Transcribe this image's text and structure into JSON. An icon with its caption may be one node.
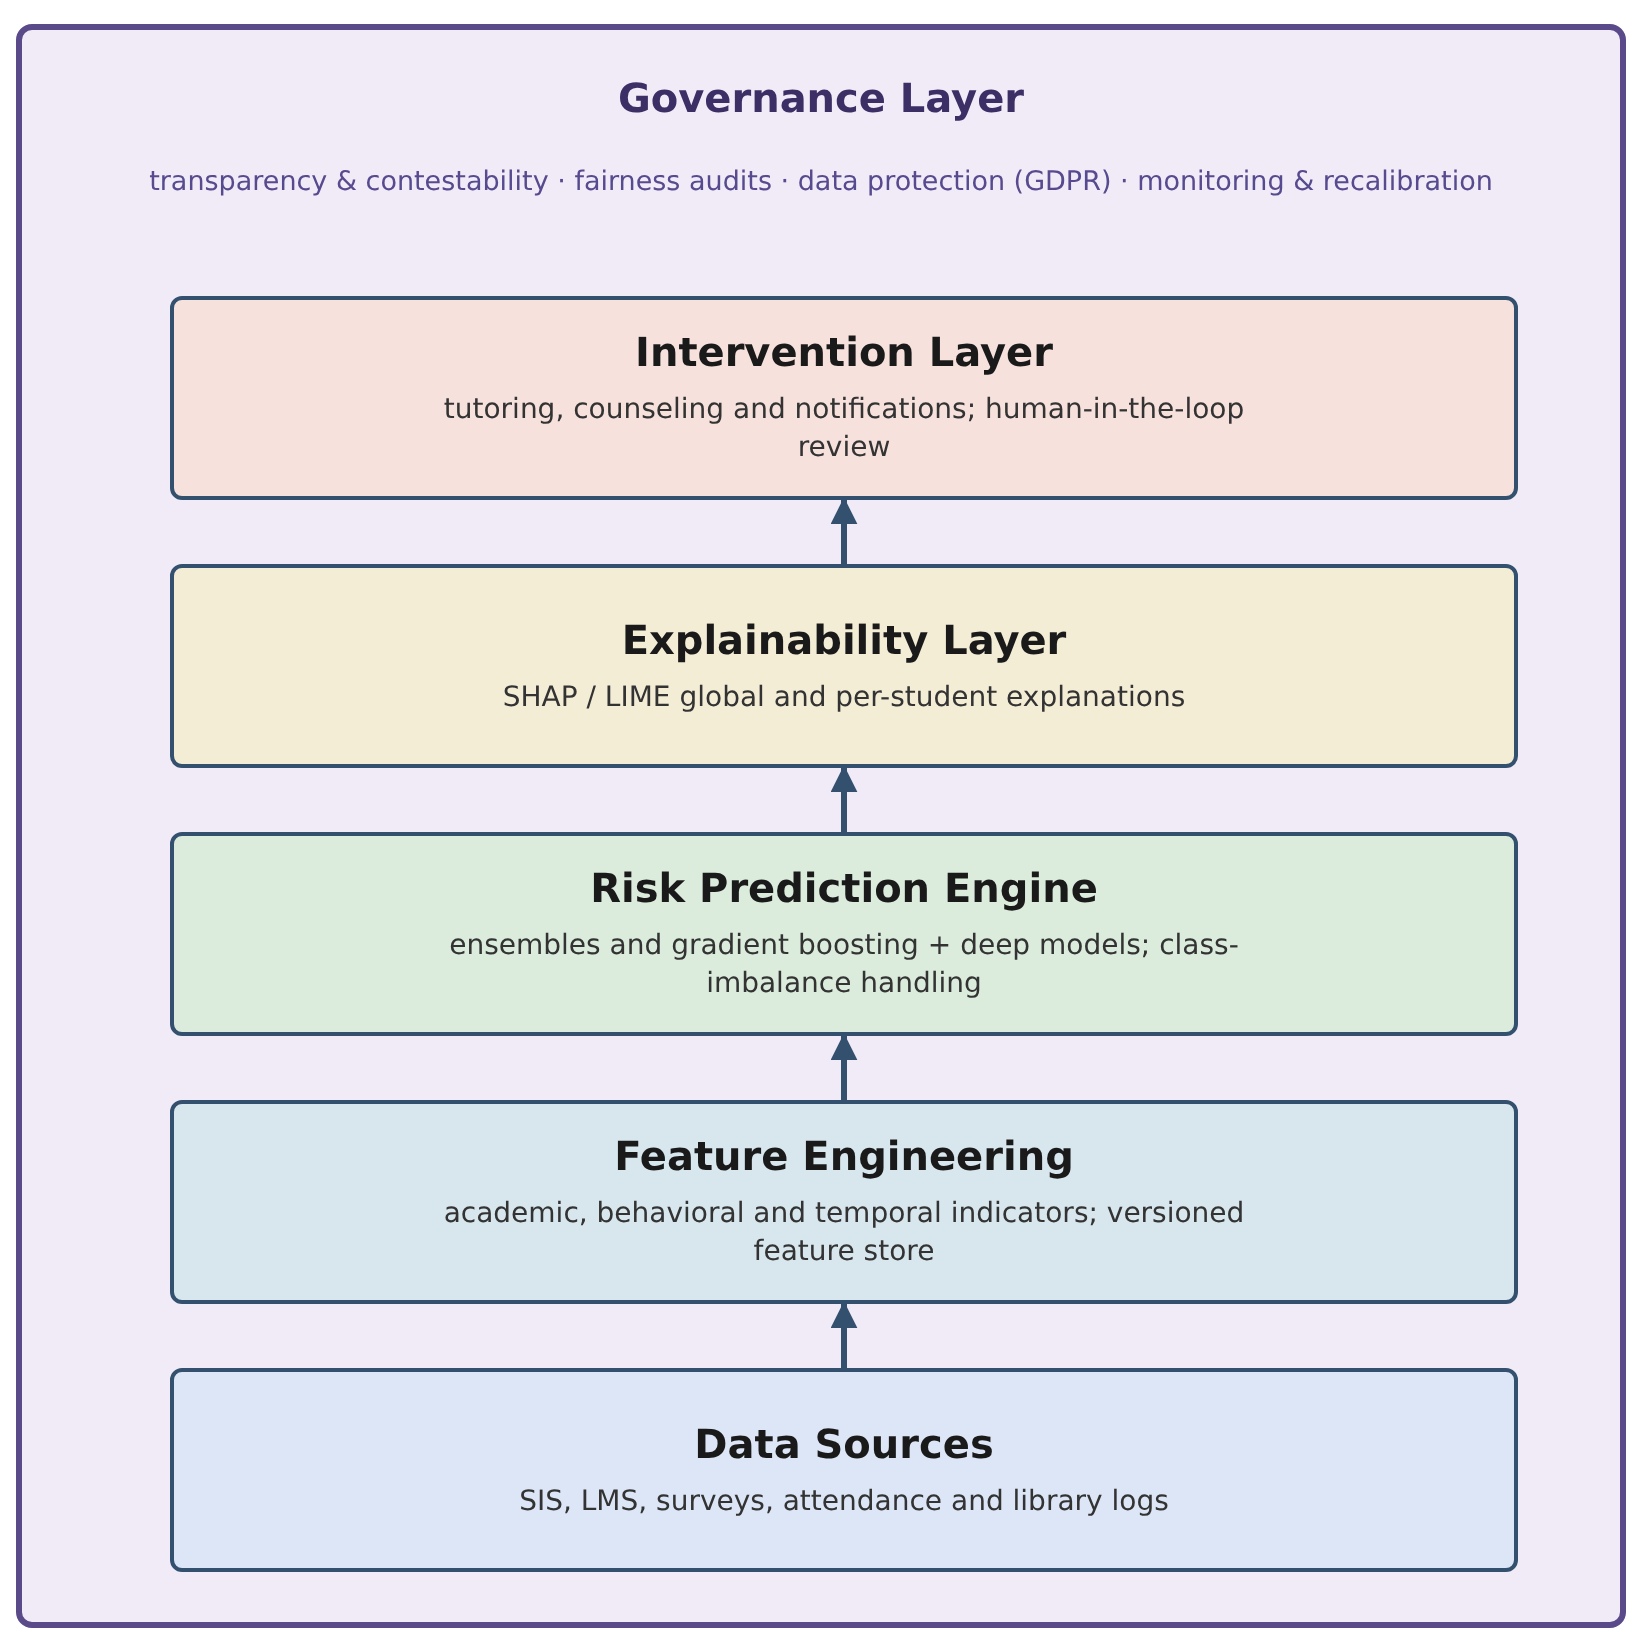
{
  "diagram": {
    "nodes": [
      {
        "text": [
          "Governance Layer",
          "transparency & contestability · fairness audits · data protection (GDPR) · monitoring & recalibration"
        ]
      },
      {
        "text": [
          "Intervention Layer",
          "tutoring, counseling and notifications; human-in-the-loop review"
        ],
        "in": 0
      },
      {
        "text": [
          "Explainability Layer",
          "SHAP / LIME global and per-student explanations"
        ],
        "in": 0
      },
      {
        "text": [
          "Risk Prediction Engine",
          "ensembles and gradient boosting + deep models; class-imbalance handling"
        ],
        "in": 0
      },
      {
        "text": [
          "Feature Engineering",
          "academic, behavioral and temporal indicators; versioned feature store"
        ],
        "in": 0
      },
      {
        "text": [
          "Data Sources",
          "SIS, LMS, surveys, attendance and library logs"
        ],
        "in": 0
      }
    ],
    "edges": [
      {
        "from": 5,
        "to": 4,
        "arrow": "to"
      },
      {
        "from": 4,
        "to": 3,
        "arrow": "to"
      },
      {
        "from": 3,
        "to": 2,
        "arrow": "to"
      },
      {
        "from": 2,
        "to": 1,
        "arrow": "to"
      }
    ]
  }
}
